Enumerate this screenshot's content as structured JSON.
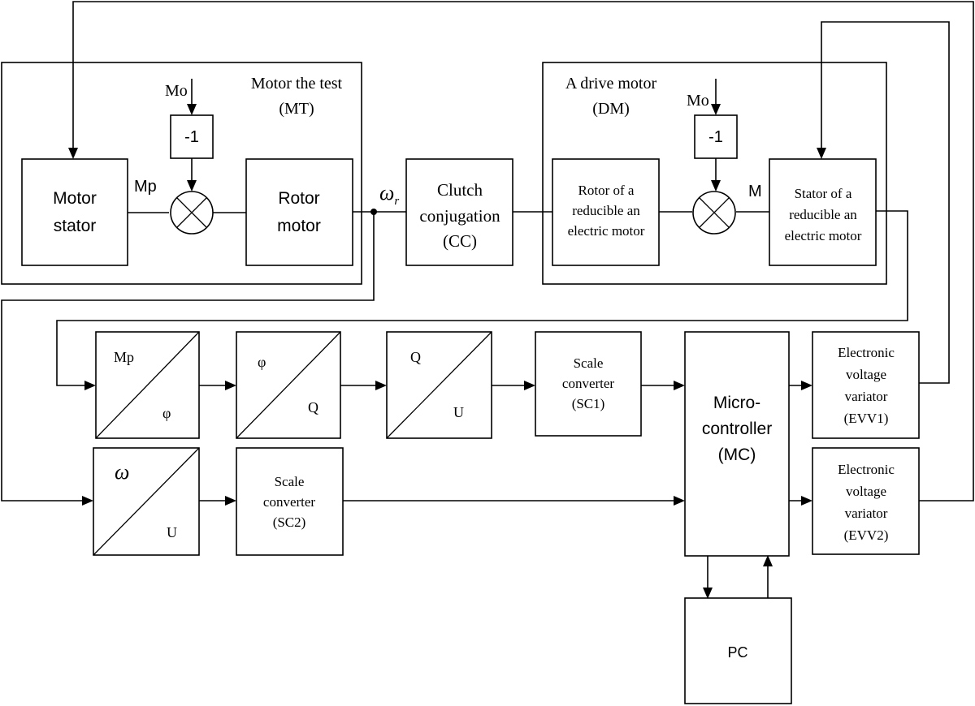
{
  "diagram": {
    "groups": {
      "mt_title_line1": "Motor the test",
      "mt_title_line2": "(MT)",
      "dm_title_line1": "A drive motor",
      "dm_title_line2": "(DM)"
    },
    "blocks": {
      "motor_stator": [
        "Motor",
        "stator"
      ],
      "rotor_motor": [
        "Rotor",
        "motor"
      ],
      "clutch": [
        "Clutch",
        "conjugation",
        "(CC)"
      ],
      "rotor_reducible": [
        "Rotor of a",
        "reducible an",
        "electric motor"
      ],
      "stator_reducible": [
        "Stator of a",
        "reducible an",
        "electric motor"
      ],
      "inverter_left": "-1",
      "inverter_right": "-1",
      "sc1": [
        "Scale",
        "converter",
        "(SC1)"
      ],
      "sc2": [
        "Scale",
        "converter",
        "(SC2)"
      ],
      "mc": [
        "Micro-",
        "controller",
        "(MC)"
      ],
      "evv1": [
        "Electronic",
        "voltage",
        "variator",
        "(EVV1)"
      ],
      "evv2": [
        "Electronic",
        "voltage",
        "variator",
        "(EVV2)"
      ],
      "pc": "PC"
    },
    "transducers": {
      "mp_phi": {
        "input": "Mp",
        "output": "φ"
      },
      "phi_q": {
        "input": "φ",
        "output": "Q"
      },
      "q_u": {
        "input": "Q",
        "output": "U"
      },
      "omega_u": {
        "input": "ω",
        "output": "U"
      }
    },
    "signals": {
      "mo_left": "Mo",
      "mo_right": "Mo",
      "mp": "Mp",
      "m": "M",
      "omega": "ω",
      "omega_sub": "r"
    }
  },
  "colors": {
    "line": "#000000",
    "background": "#ffffff"
  }
}
